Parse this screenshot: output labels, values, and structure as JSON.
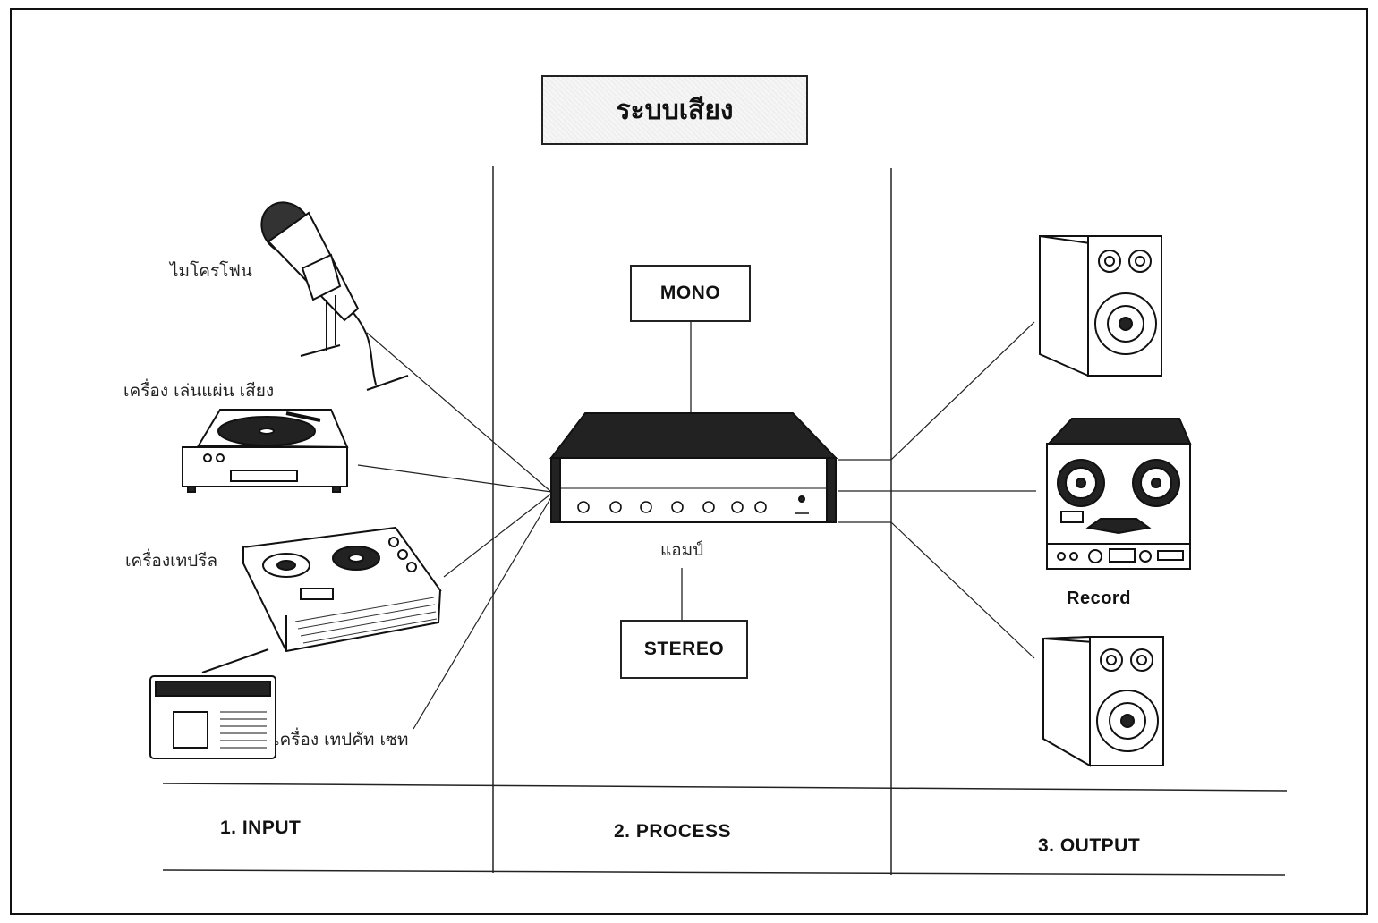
{
  "title": "ระบบเสียง",
  "inputs": {
    "microphone": "ไมโครโฟน",
    "turntable": "เครื่อง เล่นแผ่น เสียง",
    "reel_tape": "เครื่องเทปรีล",
    "cassette": "เครื่อง เทปคัท เซท"
  },
  "process": {
    "mono": "MONO",
    "stereo": "STEREO",
    "amplifier": "แอมป์"
  },
  "outputs": {
    "record": "Record"
  },
  "columns": [
    "1. INPUT",
    "2. PROCESS",
    "3. OUTPUT"
  ]
}
